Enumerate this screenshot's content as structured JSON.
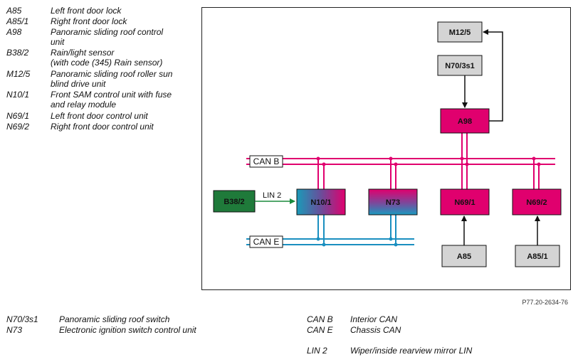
{
  "legend_top": [
    {
      "code": "A85",
      "lines": [
        "Left front door lock"
      ]
    },
    {
      "code": "A85/1",
      "lines": [
        "Right front door lock"
      ]
    },
    {
      "code": "A98",
      "lines": [
        "Panoramic sliding roof control",
        "unit"
      ]
    },
    {
      "code": "B38/2",
      "lines": [
        "Rain/light sensor",
        "(with code (345) Rain sensor)"
      ]
    },
    {
      "code": "M12/5",
      "lines": [
        "Panoramic sliding roof roller sun",
        "blind drive unit"
      ]
    },
    {
      "code": "N10/1",
      "lines": [
        "Front SAM control unit with fuse",
        "and relay module"
      ]
    },
    {
      "code": "N69/1",
      "lines": [
        "Left front door control unit"
      ]
    },
    {
      "code": "N69/2",
      "lines": [
        "Right front door control unit"
      ]
    }
  ],
  "legend_bottom_left": [
    {
      "code": "N70/3s1",
      "desc": "Panoramic sliding roof switch"
    },
    {
      "code": "N73",
      "desc": "Electronic ignition switch control unit"
    }
  ],
  "legend_bottom_right": [
    {
      "code": "CAN B",
      "desc": "Interior CAN"
    },
    {
      "code": "CAN E",
      "desc": "Chassis CAN"
    },
    {
      "code": "LIN 2",
      "desc": "Wiper/inside rearview mirror LIN"
    }
  ],
  "reference": "P77.20-2634-76",
  "diagram": {
    "boxes": {
      "m12_5": "M12/5",
      "n70_3s1": "N70/3s1",
      "a98": "A98",
      "b38_2": "B38/2",
      "n10_1": "N10/1",
      "n73": "N73",
      "n69_1": "N69/1",
      "n69_2": "N69/2",
      "a85": "A85",
      "a85_1": "A85/1"
    },
    "bus_labels": {
      "can_b": "CAN B",
      "can_e": "CAN E",
      "lin2": "LIN 2"
    }
  },
  "colors": {
    "can_b": "#e0006e",
    "can_e": "#1a8fc0",
    "lin": "#1a8a3c",
    "grey_box": "#d4d4d4",
    "green_box": "#1f7a3a"
  }
}
